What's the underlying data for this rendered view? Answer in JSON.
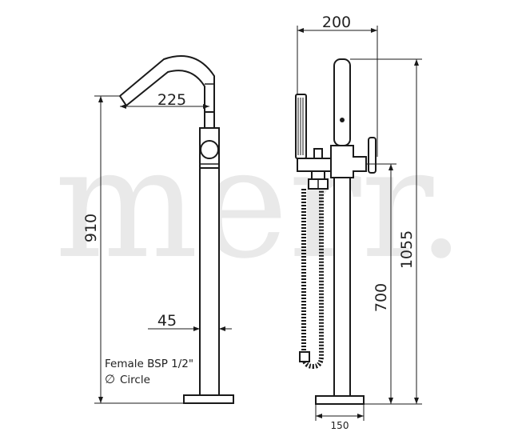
{
  "watermark": "merr.",
  "left_view": {
    "dim_spout_reach": "225",
    "dim_height": "910",
    "dim_pipe": "45",
    "note_line1": "Female BSP 1/2\"",
    "note_line2": "Circle",
    "note_symbol": "∅"
  },
  "right_view": {
    "dim_width": "200",
    "dim_total_height": "1055",
    "dim_outlet_height": "700",
    "dim_base": "150"
  }
}
